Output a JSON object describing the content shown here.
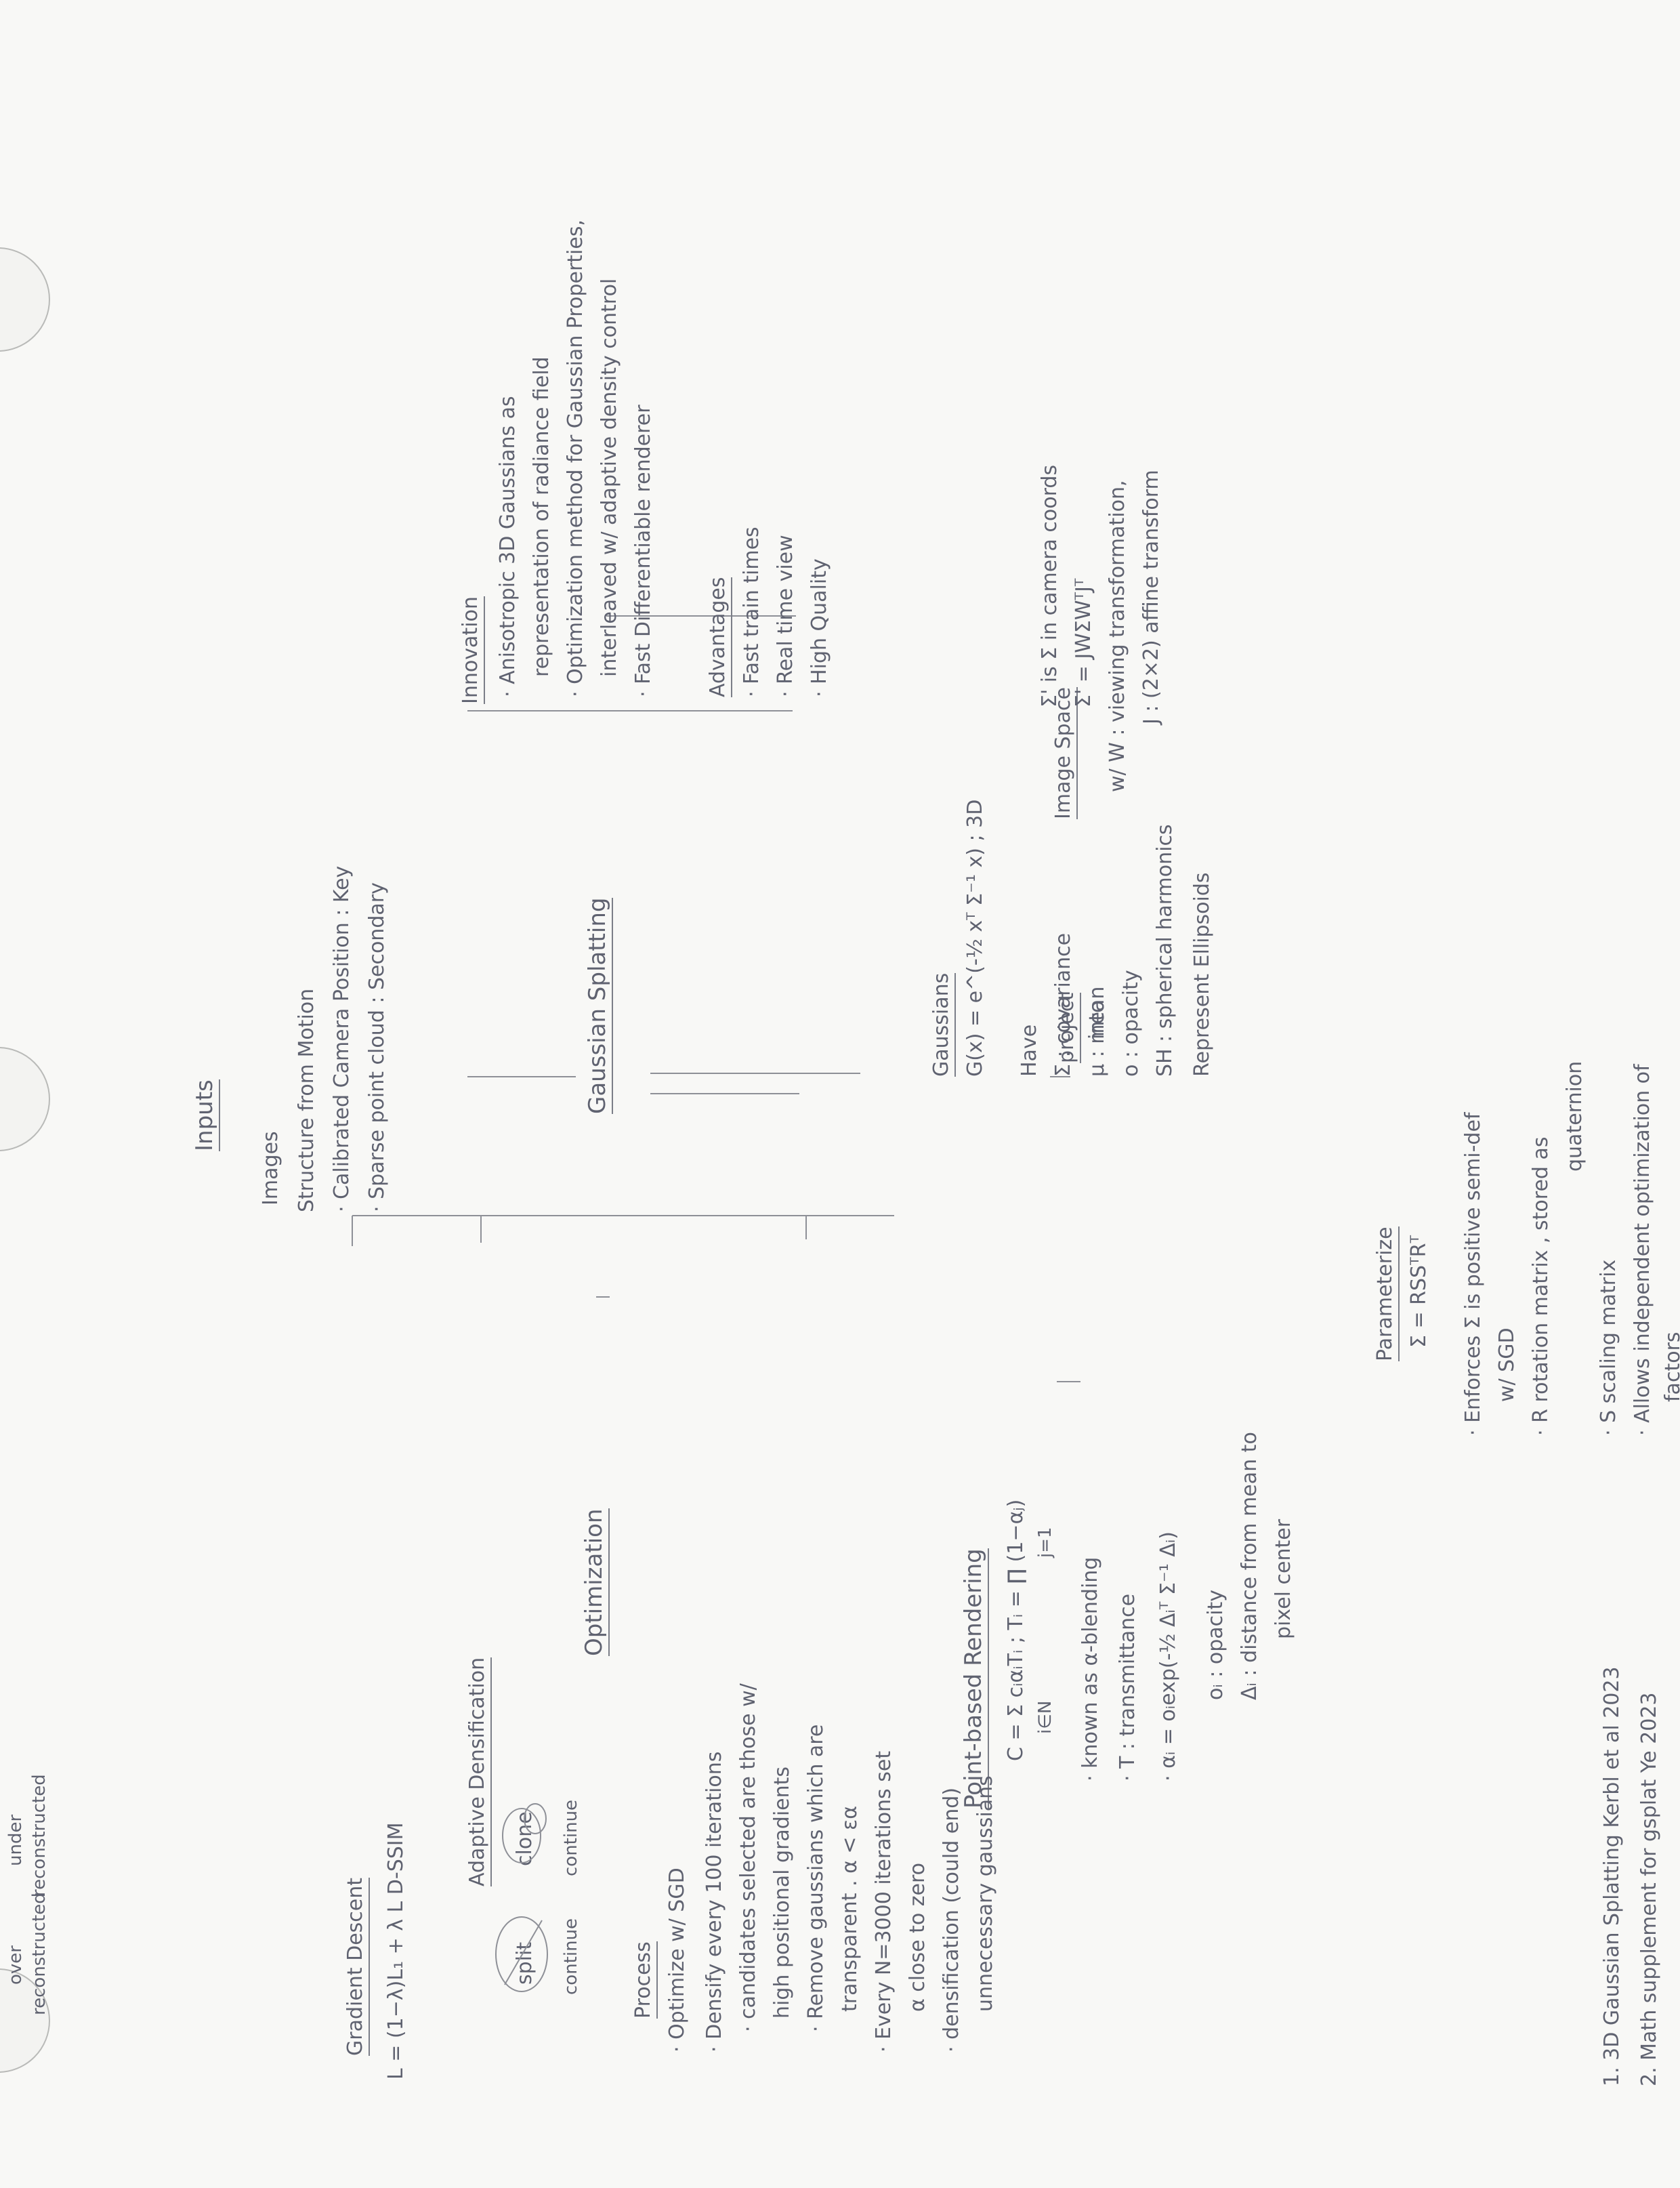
{
  "inputs": {
    "title": "Inputs",
    "images": "Images",
    "sfm": "Structure from Motion",
    "calib": "· Calibrated Camera Position : Key",
    "sparse": "· Sparse point cloud : Secondary"
  },
  "center": "Gaussian Splatting",
  "innovation": {
    "title": "Innovation",
    "l1": "· Anisotropic 3D Gaussians as",
    "l2": "representation of radiance field",
    "l3": "· Optimization method for Gaussian Properties,",
    "l4": "interleaved w/ adaptive density control",
    "l5": "· Fast Differentiable renderer"
  },
  "advantages": {
    "title": "Advantages",
    "l1": "· Fast train times",
    "l2": "· Real time view",
    "l3": "· High Quality"
  },
  "gaussians": {
    "title": "Gaussians",
    "formula": "G(x) = e^(-½ xᵀ Σ⁻¹ x) ; 3D",
    "have": "Have",
    "cov": "Σ : covariance",
    "mean": "μ : mean",
    "opacity": "o : opacity",
    "sh": "SH : spherical harmonics",
    "represent": "Represent Ellipsoids"
  },
  "project": {
    "label": "project",
    "into": "into"
  },
  "image_space": {
    "title": "Image Space",
    "l1": "Σ' is Σ in camera coords",
    "l2": "Σ' = JWΣWᵀJᵀ",
    "l3": "w/ W : viewing transformation,",
    "l4": "J : (2×2) affine transform"
  },
  "param": {
    "title": "Parameterize",
    "formula": "Σ = RSSᵀRᵀ",
    "l1": "· Enforces Σ is positive semi-def",
    "l2": "w/ SGD",
    "l3": "· R rotation matrix , stored as",
    "l4": "quaternion",
    "l5": "· S scaling matrix",
    "l6": "· Allows independent optimization of",
    "l7": "factors"
  },
  "optimization": "Optimization",
  "point_render": {
    "title": "Point-based Rendering",
    "formula": "C = Σ cᵢαᵢTᵢ ; Tᵢ = ∏ (1−αⱼ)",
    "sub1": "i∈N",
    "sub2": "j=1",
    "l1": "· known as α-blending",
    "l2": "· T : transmittance",
    "l3": "· αᵢ = oᵢexp(-½ Δᵢᵀ Σ⁻¹ Δᵢ)",
    "l4": "oᵢ : opacity",
    "l5": "Δᵢ : distance from mean to",
    "l6": "pixel center"
  },
  "gradient": {
    "title": "Gradient Descent",
    "formula": "L = (1−λ)L₁ + λ L D-SSIM"
  },
  "adaptive": {
    "title": "Adaptive Densification",
    "clone": "clone",
    "split": "split",
    "continue1": "continue",
    "continue2": "continue",
    "under": "under",
    "under2": "reconstructed",
    "over": "over",
    "over2": "reconstructed"
  },
  "process": {
    "title": "Process",
    "l1": "· Optimize w/ SGD",
    "l2": "· Densify every 100 iterations",
    "l3": "· candidates selected are those w/",
    "l4": "high positional gradients",
    "l5": "· Remove gaussians which are",
    "l6": "transparent . α < εα",
    "l7": "· Every N=3000 iterations set",
    "l8": "α close to zero",
    "l9": "· densification (could end)",
    "l10": "unnecessary gaussians"
  },
  "refs": {
    "r1": "1. 3D Gaussian Splatting Kerbl et al 2023",
    "r2": "2. Math supplement for gsplat Ye 2023"
  }
}
